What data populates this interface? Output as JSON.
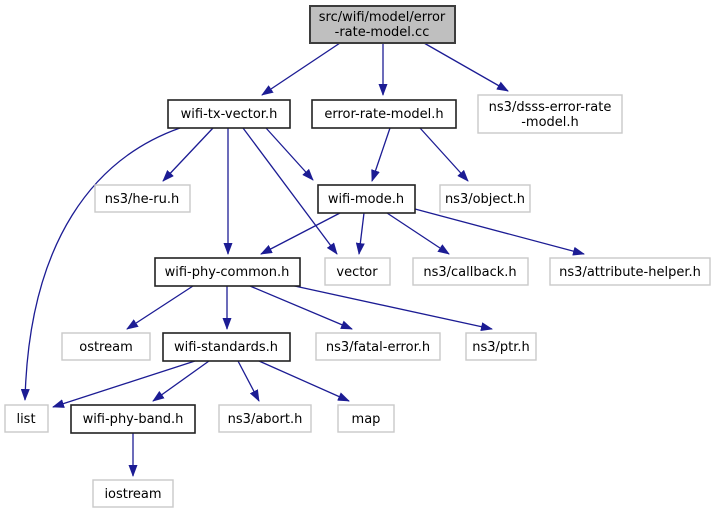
{
  "diagram": {
    "type": "include-dependency-graph",
    "colors": {
      "edge_color": "#1c1c94",
      "node_fill": "#ffffff",
      "main_fill": "#bfbfbf",
      "main_border": "#3d3d3d",
      "dark_border": "#222222",
      "light_border": "#c9c9c9",
      "text_color": "#000000"
    },
    "nodes": {
      "main_line1": "src/wifi/model/error",
      "main_line2": "-rate-model.cc",
      "wifi_tx_vector": "wifi-tx-vector.h",
      "error_rate_model": "error-rate-model.h",
      "dsss_line1": "ns3/dsss-error-rate",
      "dsss_line2": "-model.h",
      "he_ru": "ns3/he-ru.h",
      "wifi_mode": "wifi-mode.h",
      "object": "ns3/object.h",
      "wifi_phy_common": "wifi-phy-common.h",
      "vector": "vector",
      "callback": "ns3/callback.h",
      "attribute_helper": "ns3/attribute-helper.h",
      "ostream": "ostream",
      "wifi_standards": "wifi-standards.h",
      "fatal_error": "ns3/fatal-error.h",
      "ptr": "ns3/ptr.h",
      "list": "list",
      "wifi_phy_band": "wifi-phy-band.h",
      "abort": "ns3/abort.h",
      "map": "map",
      "iostream": "iostream"
    },
    "edges": [
      {
        "from": "src/wifi/model/error-rate-model.cc",
        "to": "wifi-tx-vector.h"
      },
      {
        "from": "src/wifi/model/error-rate-model.cc",
        "to": "error-rate-model.h"
      },
      {
        "from": "src/wifi/model/error-rate-model.cc",
        "to": "ns3/dsss-error-rate-model.h"
      },
      {
        "from": "wifi-tx-vector.h",
        "to": "ns3/he-ru.h"
      },
      {
        "from": "wifi-tx-vector.h",
        "to": "wifi-mode.h"
      },
      {
        "from": "wifi-tx-vector.h",
        "to": "wifi-phy-common.h"
      },
      {
        "from": "wifi-tx-vector.h",
        "to": "vector"
      },
      {
        "from": "wifi-tx-vector.h",
        "to": "list"
      },
      {
        "from": "error-rate-model.h",
        "to": "wifi-mode.h"
      },
      {
        "from": "error-rate-model.h",
        "to": "ns3/object.h"
      },
      {
        "from": "wifi-mode.h",
        "to": "wifi-phy-common.h"
      },
      {
        "from": "wifi-mode.h",
        "to": "vector"
      },
      {
        "from": "wifi-mode.h",
        "to": "ns3/callback.h"
      },
      {
        "from": "wifi-mode.h",
        "to": "ns3/attribute-helper.h"
      },
      {
        "from": "wifi-phy-common.h",
        "to": "ostream"
      },
      {
        "from": "wifi-phy-common.h",
        "to": "wifi-standards.h"
      },
      {
        "from": "wifi-phy-common.h",
        "to": "ns3/fatal-error.h"
      },
      {
        "from": "wifi-phy-common.h",
        "to": "ns3/ptr.h"
      },
      {
        "from": "wifi-standards.h",
        "to": "list"
      },
      {
        "from": "wifi-standards.h",
        "to": "wifi-phy-band.h"
      },
      {
        "from": "wifi-standards.h",
        "to": "ns3/abort.h"
      },
      {
        "from": "wifi-standards.h",
        "to": "map"
      },
      {
        "from": "wifi-phy-band.h",
        "to": "iostream"
      }
    ]
  }
}
